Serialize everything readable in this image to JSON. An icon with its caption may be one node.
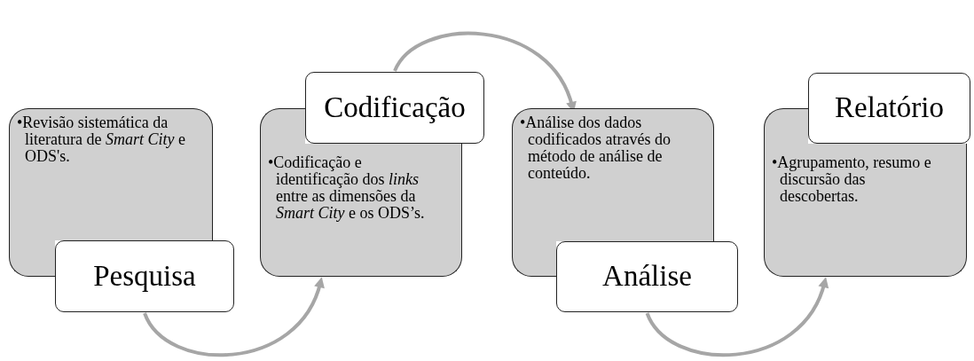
{
  "diagram": {
    "nodes": [
      {
        "text": [
          "•Revisão sistemática da literatura de *Smart City* e ODS's."
        ]
      },
      {
        "text": [
          "Pesquisa"
        ]
      },
      {
        "text": [
          "Codificação"
        ]
      },
      {
        "text": [
          "•Codificação e identificação dos *links* entre as dimensões da *Smart City* e os ODS’s."
        ]
      },
      {
        "text": [
          "•Análise dos dados codificados através do método de análise de conteúdo."
        ]
      },
      {
        "text": [
          "Análise"
        ]
      },
      {
        "text": [
          "Relatório"
        ]
      },
      {
        "text": [
          "•Agrupamento, resumo e discursão das descobertas."
        ]
      }
    ],
    "edges": [
      {
        "from": 1,
        "to": 3,
        "arrow": "to"
      },
      {
        "from": 2,
        "to": 4,
        "arrow": "to"
      },
      {
        "from": 5,
        "to": 7,
        "arrow": "to"
      }
    ]
  }
}
